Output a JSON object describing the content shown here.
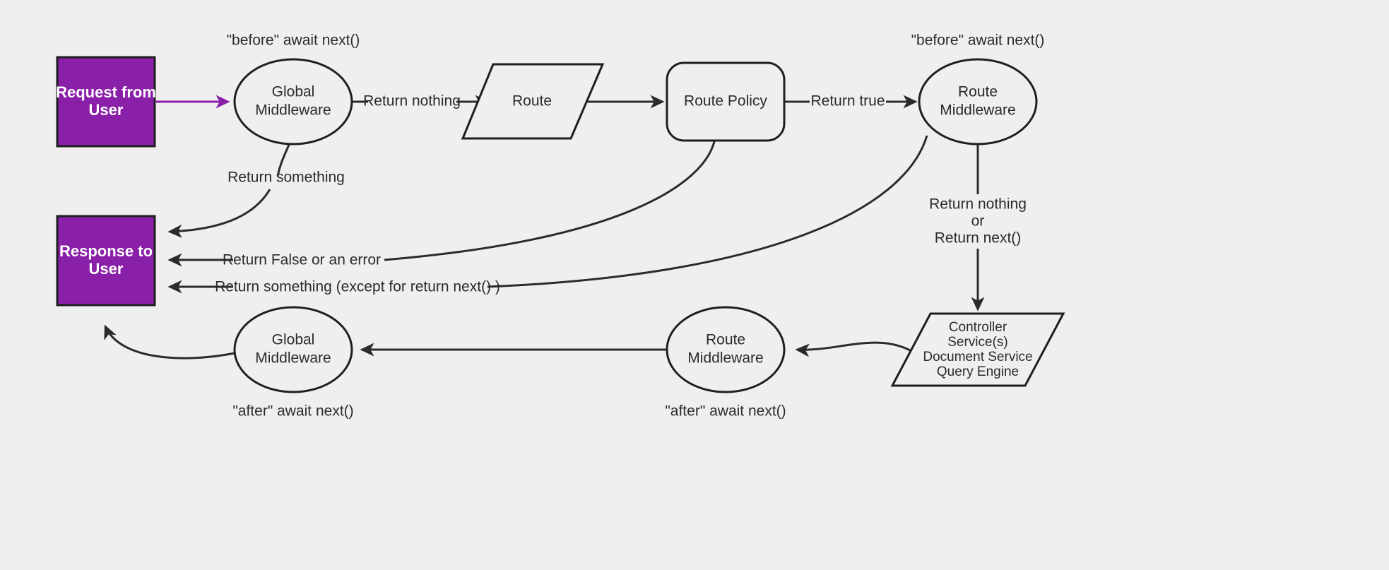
{
  "diagram": {
    "title": "Middleware request lifecycle flow",
    "background_color": "#efefef",
    "accent_color": "#8a1fa8",
    "line_color": "#2b2b2b"
  },
  "nodes": {
    "request_box": {
      "line1": "Request from",
      "line2": "User"
    },
    "response_box": {
      "line1": "Response to",
      "line2": "User"
    },
    "global_middleware_top": {
      "line1": "Global",
      "line2": "Middleware"
    },
    "global_middleware_bottom": {
      "line1": "Global",
      "line2": "Middleware"
    },
    "route": {
      "line1": "Route"
    },
    "route_policy": {
      "line1": "Route Policy"
    },
    "route_middleware_top": {
      "line1": "Route",
      "line2": "Middleware"
    },
    "route_middleware_bottom": {
      "line1": "Route",
      "line2": "Middleware"
    },
    "controller": {
      "line1": "Controller",
      "line2": "Service(s)",
      "line3": "Document Service",
      "line4": "Query Engine"
    }
  },
  "captions": {
    "before_global": "\"before\" await next()",
    "before_route": "\"before\" await next()",
    "after_global": "\"after\" await next()",
    "after_route": "\"after\" await next()"
  },
  "edge_labels": {
    "return_something_global": "Return something",
    "return_nothing": "Return nothing",
    "return_true": "Return true",
    "return_false_or_error": "Return False or an error",
    "return_something_except_next": "Return something (except for return next() )",
    "return_nothing_or_next_line1": "Return nothing",
    "return_nothing_or_next_line2": "or",
    "return_nothing_or_next_line3": "Return next()"
  }
}
